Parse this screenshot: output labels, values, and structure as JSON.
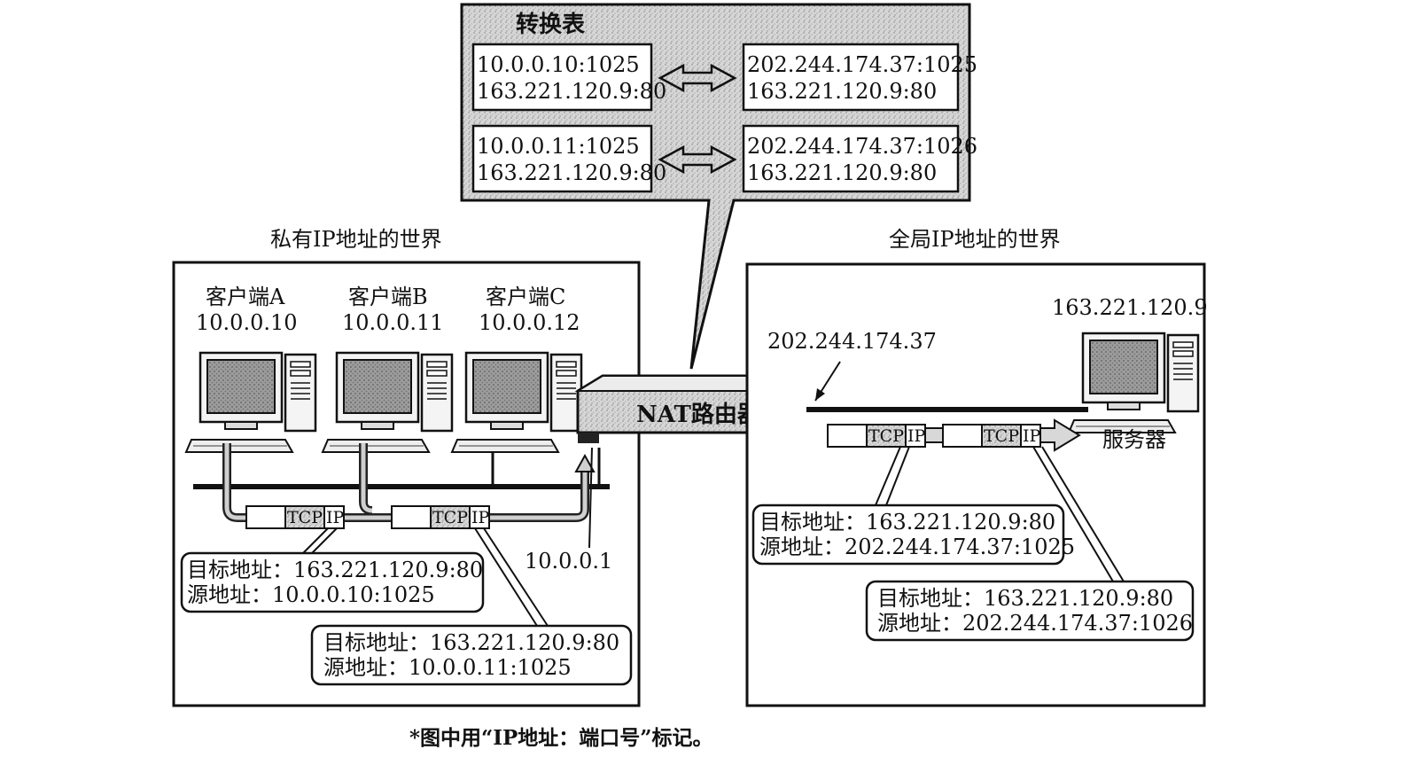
{
  "table": {
    "title": "转换表",
    "rows": [
      {
        "private_line1": "10.0.0.10:1025",
        "private_line2": "163.221.120.9:80",
        "global_line1": "202.244.174.37:1025",
        "global_line2": "163.221.120.9:80"
      },
      {
        "private_line1": "10.0.0.11:1025",
        "private_line2": "163.221.120.9:80",
        "global_line1": "202.244.174.37:1026",
        "global_line2": "163.221.120.9:80"
      }
    ]
  },
  "private_world": {
    "title": "私有IP地址的世界",
    "clients": [
      {
        "name": "客户端A",
        "ip": "10.0.0.10"
      },
      {
        "name": "客户端B",
        "ip": "10.0.0.11"
      },
      {
        "name": "客户端C",
        "ip": "10.0.0.12"
      }
    ],
    "router_inside_ip": "10.0.0.1",
    "packets": [
      {
        "tcp": "TCP",
        "ip": "IP",
        "dest": "目标地址：163.221.120.9:80",
        "src": "源地址：10.0.0.10:1025"
      },
      {
        "tcp": "TCP",
        "ip": "IP",
        "dest": "目标地址：163.221.120.9:80",
        "src": "源地址：10.0.0.11:1025"
      }
    ]
  },
  "router": {
    "label": "NAT路由器"
  },
  "global_world": {
    "title": "全局IP地址的世界",
    "router_outside_ip": "202.244.174.37",
    "server_name": "服务器",
    "server_ip": "163.221.120.9",
    "packets": [
      {
        "tcp": "TCP",
        "ip": "IP",
        "dest": "目标地址：163.221.120.9:80",
        "src": "源地址：202.244.174.37:1025"
      },
      {
        "tcp": "TCP",
        "ip": "IP",
        "dest": "目标地址：163.221.120.9:80",
        "src": "源地址：202.244.174.37:1026"
      }
    ]
  },
  "footnote": "*图中用“IP地址：端口号”标记。"
}
